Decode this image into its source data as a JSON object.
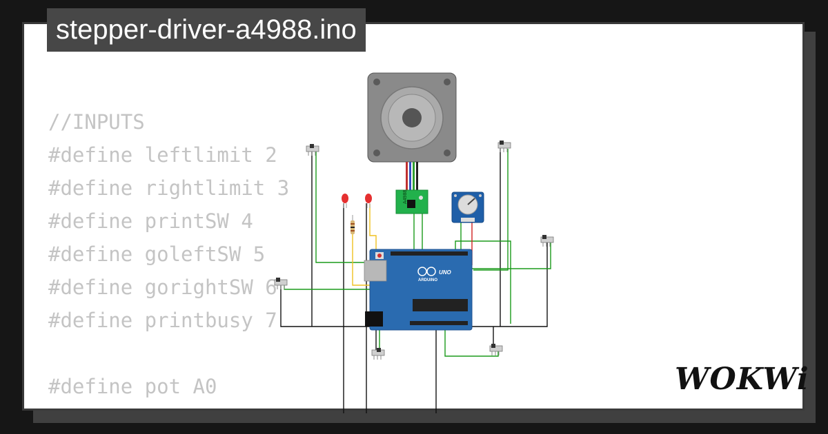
{
  "title": "stepper-driver-a4988.ino",
  "code_lines": [
    "//INPUTS",
    "#define leftlimit 2",
    "#define rightlimit 3",
    "#define printSW 4",
    "#define goleftSW 5",
    "#define gorightSW 6",
    "#define printbusy 7",
    "",
    "#define pot A0"
  ],
  "driver_label": "A4988",
  "board_labels": {
    "brand": "ARDUINO",
    "model": "UNO"
  },
  "logo": "WOKWi",
  "colors": {
    "background": "#161616",
    "card": "#ffffff",
    "title_bg": "#474747",
    "code_text": "#c4c4c4",
    "board": "#2a6bb0",
    "driver": "#1db954",
    "wire_green": "#1a9a1a",
    "wire_black": "#111111",
    "wire_yellow": "#f0c020"
  },
  "icons": [
    "stepper-motor-icon",
    "a4988-driver-icon",
    "potentiometer-icon",
    "arduino-uno-icon",
    "led-icon",
    "resistor-icon",
    "slide-switch-icon"
  ]
}
